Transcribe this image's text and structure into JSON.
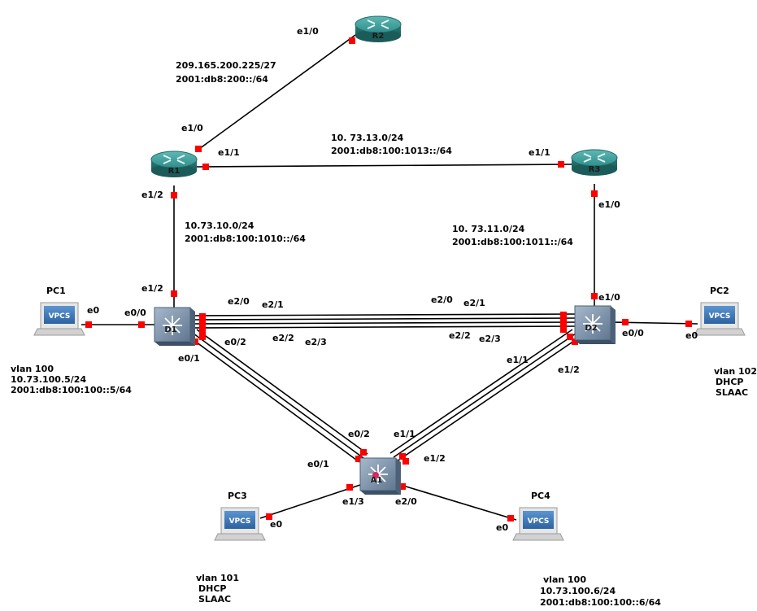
{
  "devices": {
    "r1": {
      "name": "R1"
    },
    "r2": {
      "name": "R2"
    },
    "r3": {
      "name": "R3"
    },
    "d1": {
      "name": "D1"
    },
    "d2": {
      "name": "D2"
    },
    "a1": {
      "name": "A1"
    },
    "pc1": {
      "name": "PC1",
      "screen": "VPCS"
    },
    "pc2": {
      "name": "PC2",
      "screen": "VPCS"
    },
    "pc3": {
      "name": "PC3",
      "screen": "VPCS"
    },
    "pc4": {
      "name": "PC4",
      "screen": "VPCS"
    }
  },
  "ports": {
    "r2_e10": "e1/0",
    "r1_e10": "e1/0",
    "r1_e11": "e1/1",
    "r3_e11": "e1/1",
    "r1_e12": "e1/2",
    "r3_e10": "e1/0",
    "d1_e12": "e1/2",
    "d2_e10": "e1/0",
    "pc1_e0": "e0",
    "d1_e00": "e0/0",
    "d1_e20": "e2/0",
    "d1_e21": "e2/1",
    "d1_e22": "e2/2",
    "d1_e23": "e2/3",
    "d1_e02": "e0/2",
    "d1_e01": "e0/1",
    "d2_e20": "e2/0",
    "d2_e21": "e2/1",
    "d2_e22": "e2/2",
    "d2_e23": "e2/3",
    "d2_e00": "e0/0",
    "pc2_e0": "e0",
    "d2_e11": "e1/1",
    "d2_e12": "e1/2",
    "a1_e02": "e0/2",
    "a1_e11": "e1/1",
    "a1_e01": "e0/1",
    "a1_e12": "e1/2",
    "a1_e13": "e1/3",
    "a1_e20": "e2/0",
    "pc3_e0": "e0",
    "pc4_e0": "e0"
  },
  "links": {
    "r1_r2": {
      "ipv4": "209.165.200.225/27",
      "ipv6": "2001:db8:200::/64"
    },
    "r1_r3": {
      "ipv4": "10. 73.13.0/24",
      "ipv6": "2001:db8:100:1013::/64"
    },
    "r1_d1": {
      "ipv4": "10.73.10.0/24",
      "ipv6": "2001:db8:100:1010::/64"
    },
    "r3_d2": {
      "ipv4": "10. 73.11.0/24",
      "ipv6": "2001:db8:100:1011::/64"
    }
  },
  "hosts": {
    "pc1": {
      "vlan": "vlan 100",
      "ipv4": "10.73.100.5/24",
      "ipv6": "2001:db8:100:100::5/64"
    },
    "pc2": {
      "vlan": "vlan 102",
      "ipv4": "DHCP",
      "ipv6": "SLAAC"
    },
    "pc3": {
      "vlan": "vlan 101",
      "ipv4": "DHCP",
      "ipv6": "SLAAC"
    },
    "pc4": {
      "vlan": "vlan 100",
      "ipv4": "10.73.100.6/24",
      "ipv6": "2001:db8:100:100::6/64"
    }
  },
  "colors": {
    "router": "#2f8f8c",
    "switch": "#7f95ad",
    "port": "#ff0000",
    "screen": "#3d79b8"
  }
}
